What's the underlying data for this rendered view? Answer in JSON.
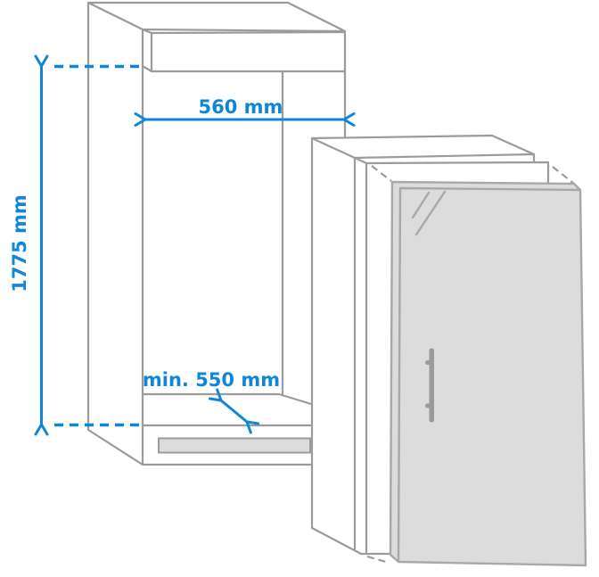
{
  "diagram": {
    "type": "built-in-appliance-niche-installation-dimensions",
    "labels": {
      "niche_width": "560 mm",
      "niche_height": "1775 mm",
      "niche_depth": "min. 550 mm"
    },
    "colors": {
      "accent": "#0f87d8",
      "line": "#9b9b9b",
      "panel_line": "#a8a8a8",
      "panel_fill": "#dcdcdc",
      "grille_fill": "#dcdcdc",
      "handle": "#9a9a9a",
      "background": "#ffffff"
    }
  }
}
